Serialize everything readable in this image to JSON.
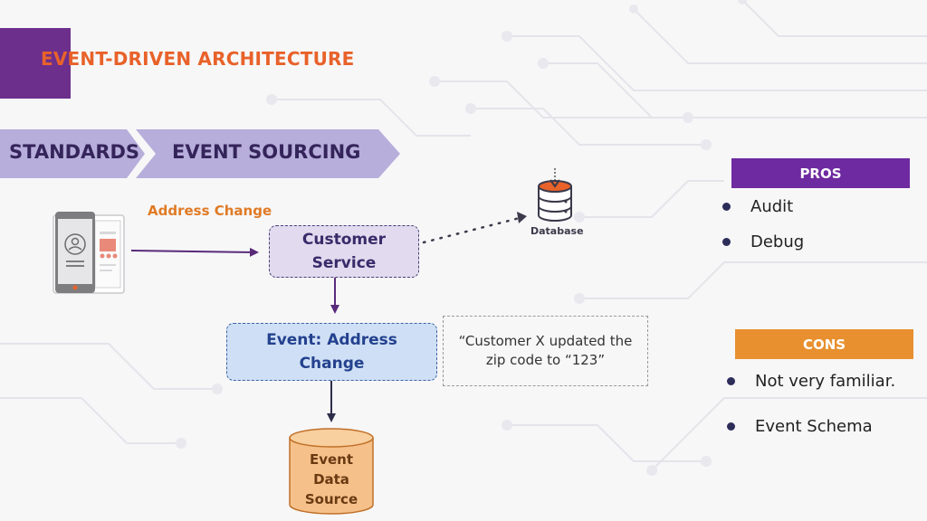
{
  "slide": {
    "title": "EVENT-DRIVEN ARCHITECTURE",
    "breadcrumbs": [
      "STANDARDS",
      "EVENT SOURCING"
    ]
  },
  "diagram": {
    "arrow_label": "Address Change",
    "customer_service": [
      "Customer",
      "Service"
    ],
    "event": [
      "Event: Address",
      "Change"
    ],
    "quote": [
      "“Customer X updated the",
      "zip code to “123”"
    ],
    "database_label": "Database",
    "event_store": [
      "Event",
      "Data",
      "Source"
    ]
  },
  "pros": {
    "header": "PROS",
    "items": [
      "Audit",
      "Debug"
    ]
  },
  "cons": {
    "header": "CONS",
    "items": [
      "Not very familiar.",
      "Event Schema"
    ]
  },
  "icons": [
    "mobile-app-icon",
    "database-icon"
  ],
  "colors": {
    "title": "#e8622a",
    "accent_purple": "#6c2f8c",
    "chevron": "#b7aedb",
    "pros": "#6e2aa0",
    "cons": "#e8902f"
  }
}
